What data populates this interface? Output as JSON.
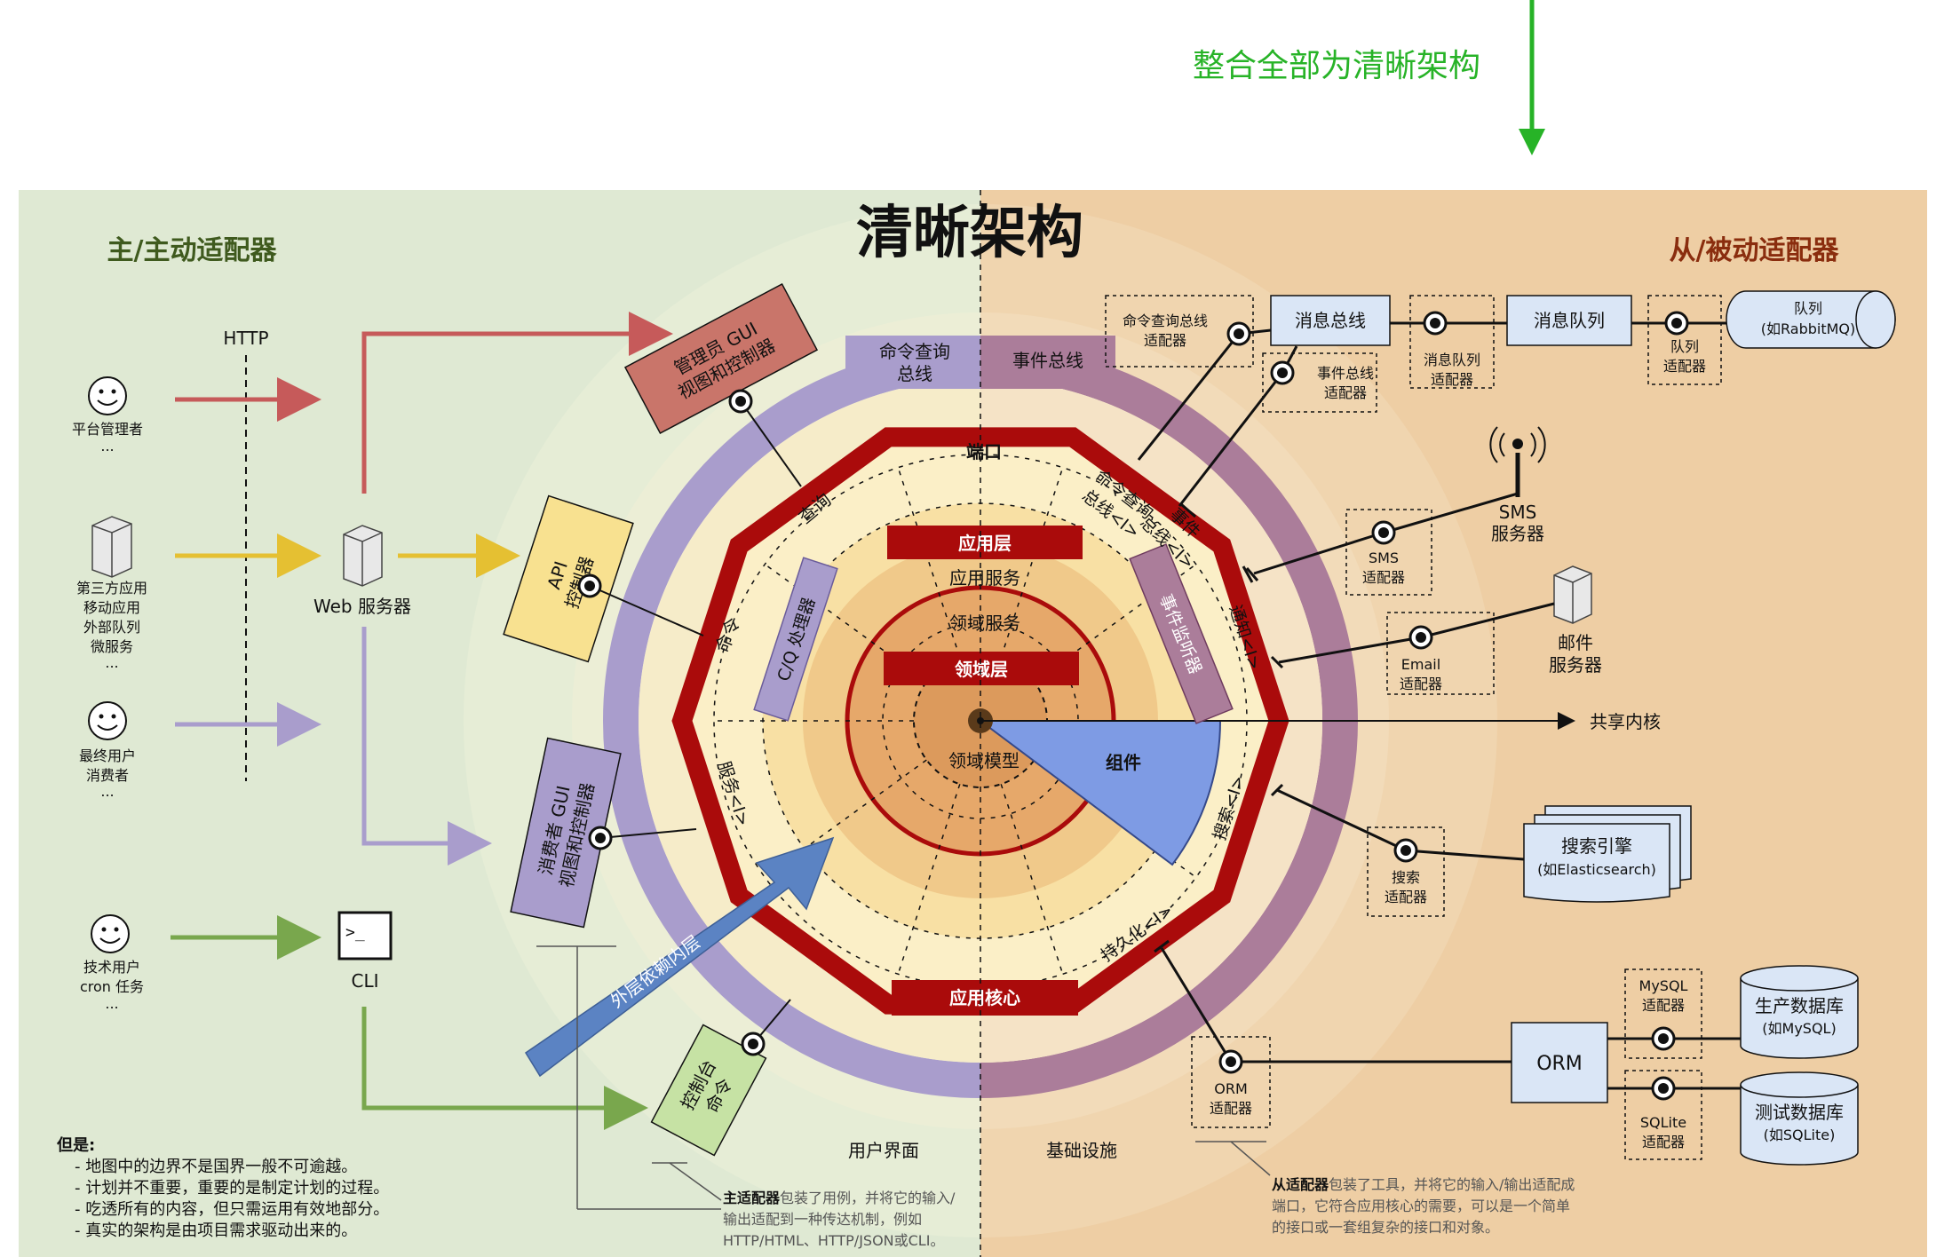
{
  "banner": {
    "text": "整合全部为清晰架构",
    "color": "#27b327"
  },
  "title": "清晰架构",
  "left_heading": "主/主动适配器",
  "right_heading": "从/被动适配器",
  "http_label": "HTTP",
  "actors": {
    "admin": [
      "平台管理者",
      "..."
    ],
    "third_party": [
      "第三方应用",
      "移动应用",
      "外部队列",
      "微服务",
      "..."
    ],
    "end_user": [
      "最终用户",
      "消费者",
      "..."
    ],
    "tech_user": [
      "技术用户",
      "cron 任务",
      "..."
    ]
  },
  "web_server": "Web 服务器",
  "cli_label": "CLI",
  "primary_adapters": {
    "admin_gui": [
      "管理员 GUI",
      "视图和控制器"
    ],
    "api": [
      "API",
      "控制器"
    ],
    "consumer_gui": [
      "消费者 GUI",
      "视图和控制器"
    ],
    "console": [
      "控制台",
      "命令"
    ]
  },
  "buses": {
    "command_query": [
      "命令查询",
      "总线"
    ],
    "event": "事件总线"
  },
  "ring": {
    "ports": "端口",
    "query": "查询",
    "command": "命令",
    "service": "服务<I>",
    "cq_bus": [
      "命令查询",
      "总线<I>"
    ],
    "event_bus": [
      "事件",
      "总线<I>"
    ],
    "notify": "通知<I>",
    "search": "搜索<I>",
    "persistence": "持久化<I>",
    "app_core": "应用核心"
  },
  "core": {
    "application_layer": "应用层",
    "application_services": "应用服务",
    "domain_services": "领域服务",
    "domain_layer": "领域层",
    "domain_model": "领域模型",
    "component": "组件",
    "cq_handler": "C/Q 处理器",
    "event_listener": "事件监听器",
    "shared_kernel": "共享内核"
  },
  "arrow_label": "外层依赖内层",
  "bottom_labels": {
    "ui": "用户界面",
    "infra": "基础设施"
  },
  "secondary": {
    "cq_bus_adapter": [
      "命令查询总线",
      "适配器"
    ],
    "message_bus": "消息总线",
    "msg_queue_adapter": [
      "消息队列",
      "适配器"
    ],
    "message_queue": "消息队列",
    "queue_adapter": [
      "队列",
      "适配器"
    ],
    "queue": [
      "队列",
      "(如RabbitMQ)"
    ],
    "event_bus_adapter": [
      "事件总线",
      "适配器"
    ],
    "sms_server": [
      "SMS",
      "服务器"
    ],
    "sms_adapter": [
      "SMS",
      "适配器"
    ],
    "mail_server": [
      "邮件",
      "服务器"
    ],
    "email_adapter": [
      "Email",
      "适配器"
    ],
    "search_engine": [
      "搜索引擎",
      "(如Elasticsearch)"
    ],
    "search_adapter": [
      "搜索",
      "适配器"
    ],
    "orm": "ORM",
    "orm_adapter": [
      "ORM",
      "适配器"
    ],
    "mysql_adapter": [
      "MySQL",
      "适配器"
    ],
    "sqlite_adapter": [
      "SQLite",
      "适配器"
    ],
    "prod_db": [
      "生产数据库",
      "(如MySQL)"
    ],
    "test_db": [
      "测试数据库",
      "(如SQLite)"
    ]
  },
  "notes": {
    "heading": "但是:",
    "items": [
      "- 地图中的边界不是国界一般不可逾越。",
      "- 计划并不重要，重要的是制定计划的过程。",
      "- 吃透所有的内容，但只需运用有效地部分。",
      "- 真实的架构是由项目需求驱动出来的。"
    ]
  },
  "primary_note": {
    "bold": "主适配器",
    "lines": [
      "包装了用例，并将它的输入/",
      "输出适配到一种传达机制，例如",
      "HTTP/HTML、HTTP/JSON或CLI。"
    ]
  },
  "secondary_note": {
    "bold": "从适配器",
    "lines": [
      "包装了工具，并将它的输入/输出适配成",
      "端口，它符合应用核心的需要，可以是一个简单",
      "的接口或一套组复杂的接口和对象。"
    ]
  },
  "colors": {
    "left_bg": "#dfe9d3",
    "right_bg": "#eecea4",
    "purple": "#a99dcc",
    "mauve": "#ab7d9a",
    "dark_red": "#aa0b0b",
    "adapter_red": "#c9756a",
    "adapter_yellow": "#f8e190",
    "adapter_green": "#c6e2a4",
    "component_blue": "#7e9be4",
    "arrow_blue": "#5b83c3",
    "box_blue": "#dae6f6"
  }
}
